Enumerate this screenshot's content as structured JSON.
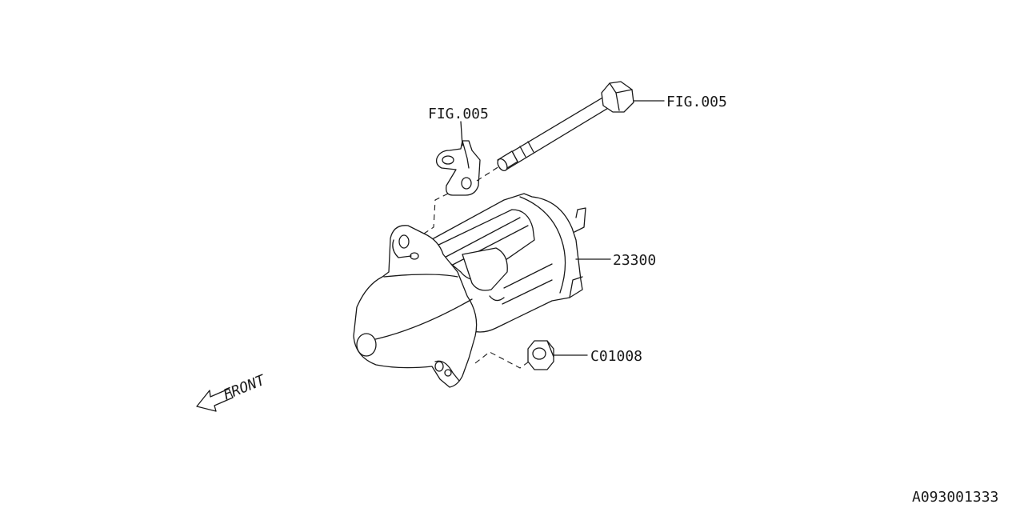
{
  "labels": {
    "bracket_ref": "FIG.005",
    "bolt_ref": "FIG.005",
    "starter_part": "23300",
    "nut_part": "C01008",
    "front_marker": "FRONT",
    "diagram_id": "A093001333"
  },
  "colors": {
    "line": "#1a1a1a",
    "background": "#ffffff"
  }
}
